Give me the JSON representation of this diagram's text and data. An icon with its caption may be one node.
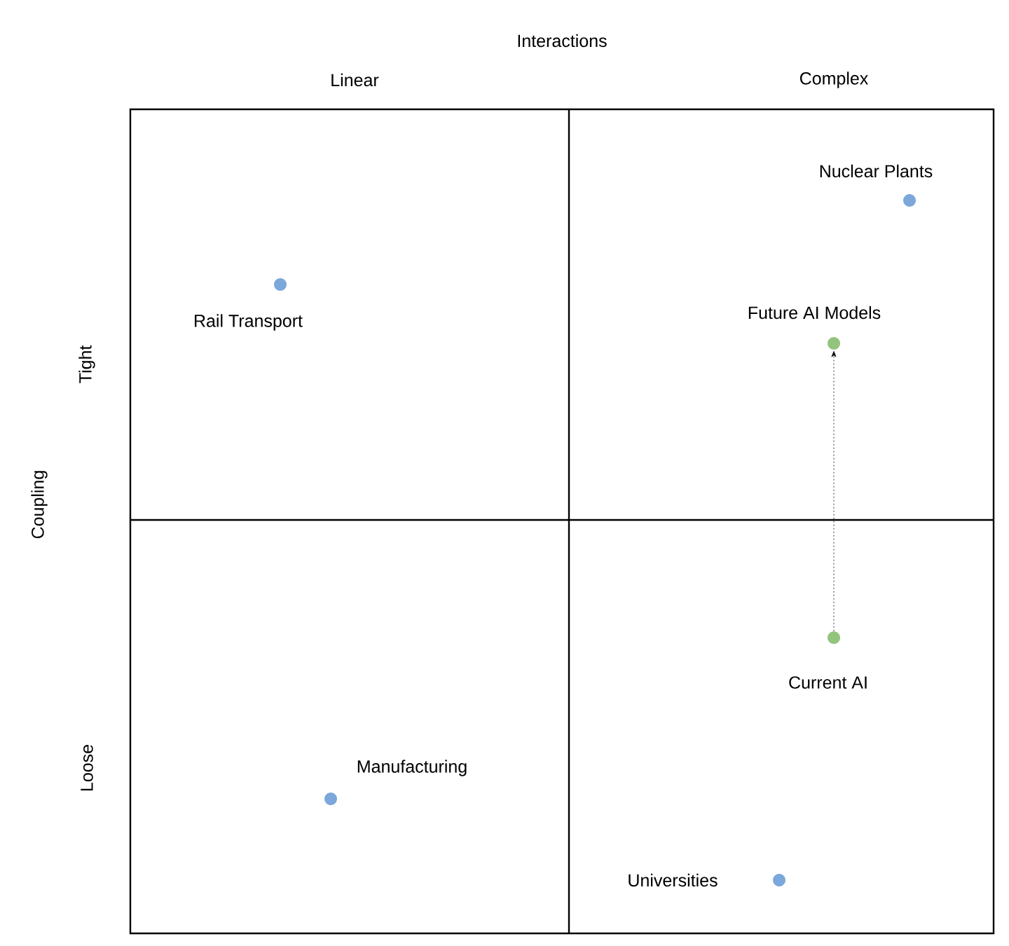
{
  "diagram": {
    "nodes": [
      {
        "text": [],
        "shape": "circle",
        "beside": [
          "Rail Transport"
        ]
      },
      {
        "text": [],
        "shape": "circle",
        "beside": [
          "Nuclear Plants"
        ]
      },
      {
        "text": [],
        "shape": "circle",
        "beside": [
          "Future AI Models"
        ]
      },
      {
        "text": [],
        "shape": "circle",
        "beside": [
          "Current AI"
        ]
      },
      {
        "text": [],
        "shape": "circle",
        "beside": [
          "Manufacturing"
        ]
      },
      {
        "text": [],
        "shape": "circle",
        "beside": [
          "Universities"
        ]
      }
    ],
    "edges": [
      {
        "from": 3,
        "to": 2,
        "arrow": "to",
        "style": "dashed"
      }
    ],
    "labels": [
      "Interactions",
      "Linear",
      "Complex",
      "Coupling",
      "Tight",
      "Loose"
    ]
  }
}
